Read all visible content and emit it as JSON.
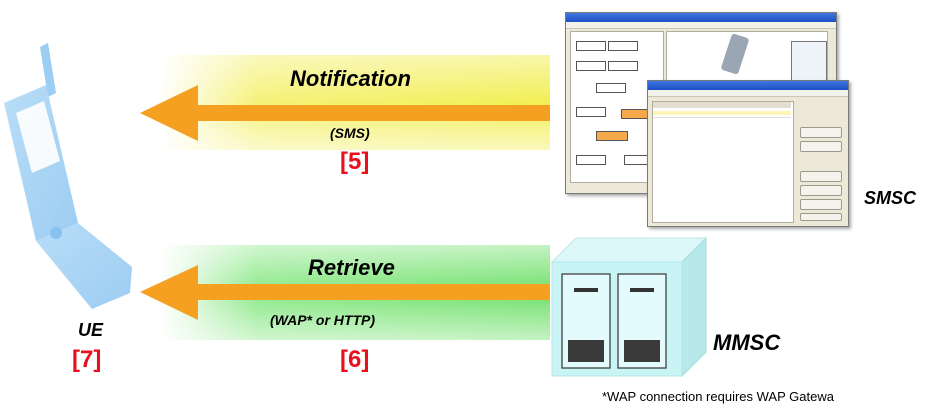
{
  "diagram": {
    "arrow_top": {
      "label": "Notification",
      "sublabel": "(SMS)",
      "ref": "[5]"
    },
    "arrow_bottom": {
      "label": "Retrieve",
      "sublabel": "(WAP* or HTTP)",
      "ref": "[6]"
    },
    "ue": {
      "label": "UE",
      "ref": "[7]"
    },
    "smsc": {
      "label": "SMSC"
    },
    "mmsc": {
      "label": "MMSC"
    },
    "footnote": "*WAP connection requires WAP Gatewa"
  },
  "colors": {
    "arrow_orange": "#f5a020",
    "band_yellow": "#f4f06a",
    "band_green": "#7fe67a",
    "phone_blue": "#a6d2f5",
    "ref_red": "#e8101c",
    "server_teal": "#c4f2f4"
  },
  "icons": [
    "mobile-phone-icon",
    "smsc-screenshot-icon",
    "mmsc-server-icon"
  ]
}
